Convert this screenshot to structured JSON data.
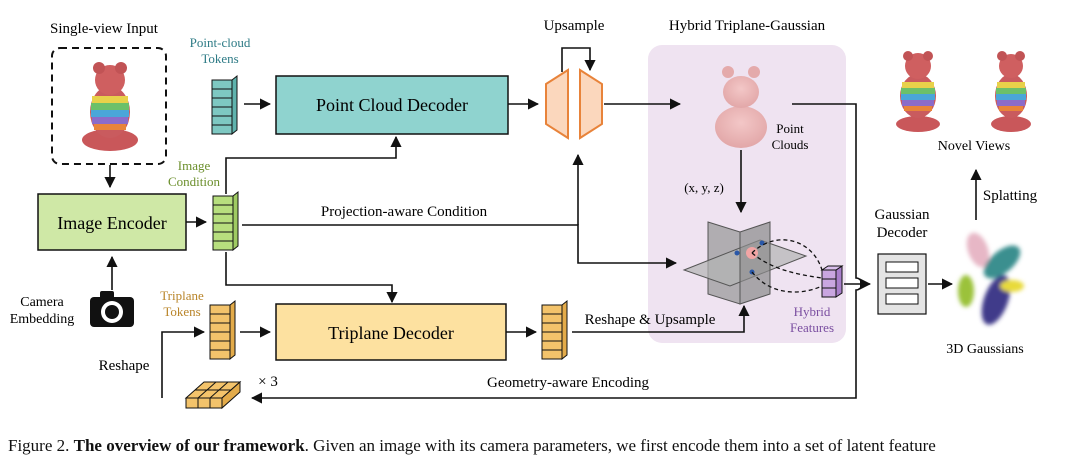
{
  "labels": {
    "single_view_input": "Single-view Input",
    "point_cloud_tokens_line1": "Point-cloud",
    "point_cloud_tokens_line2": "Tokens",
    "point_cloud_decoder": "Point Cloud Decoder",
    "upsample": "Upsample",
    "hybrid_triplane_gaussian": "Hybrid Triplane-Gaussian",
    "point_clouds_line1": "Point",
    "point_clouds_line2": "Clouds",
    "novel_views": "Novel Views",
    "image_condition_line1": "Image",
    "image_condition_line2": "Condition",
    "image_encoder": "Image Encoder",
    "projection_aware_condition": "Projection-aware Condition",
    "xyz": "(x, y, z)",
    "gaussian_decoder_line1": "Gaussian",
    "gaussian_decoder_line2": "Decoder",
    "splatting": "Splatting",
    "camera_embedding_line1": "Camera",
    "camera_embedding_line2": "Embedding",
    "triplane_tokens_line1": "Triplane",
    "triplane_tokens_line2": "Tokens",
    "triplane_decoder": "Triplane Decoder",
    "reshape_upsample": "Reshape & Upsample",
    "hybrid_features_line1": "Hybrid",
    "hybrid_features_line2": "Features",
    "three_d_gaussians": "3D Gaussians",
    "reshape": "Reshape",
    "times_three": "× 3",
    "geometry_aware_encoding": "Geometry-aware  Encoding"
  },
  "caption": {
    "prefix": "Figure 2.",
    "bold": "The overview of our framework",
    "rest": ". Given an image with its camera parameters, we first encode them into a set of latent feature"
  },
  "colors": {
    "point_cloud_decoder_fill": "#8fd3cf",
    "image_encoder_fill": "#cfe8a6",
    "triplane_decoder_fill": "#fde1a0",
    "hybrid_region_fill": "#efe3f1",
    "pc_token_fill": "#7ec8c2",
    "img_token_fill": "#b7df7e",
    "tri_token_fill": "#f3c36b",
    "upsample_fill": "#fbd7bd",
    "upsample_stroke": "#e8833a",
    "hybrid_feature_fill": "#c9a6e0",
    "tokens_label_color": "#2e7b86",
    "image_condition_label_color": "#6b8f2c",
    "triplane_label_color": "#b9852a",
    "hybrid_features_label_color": "#7a4ea0"
  }
}
